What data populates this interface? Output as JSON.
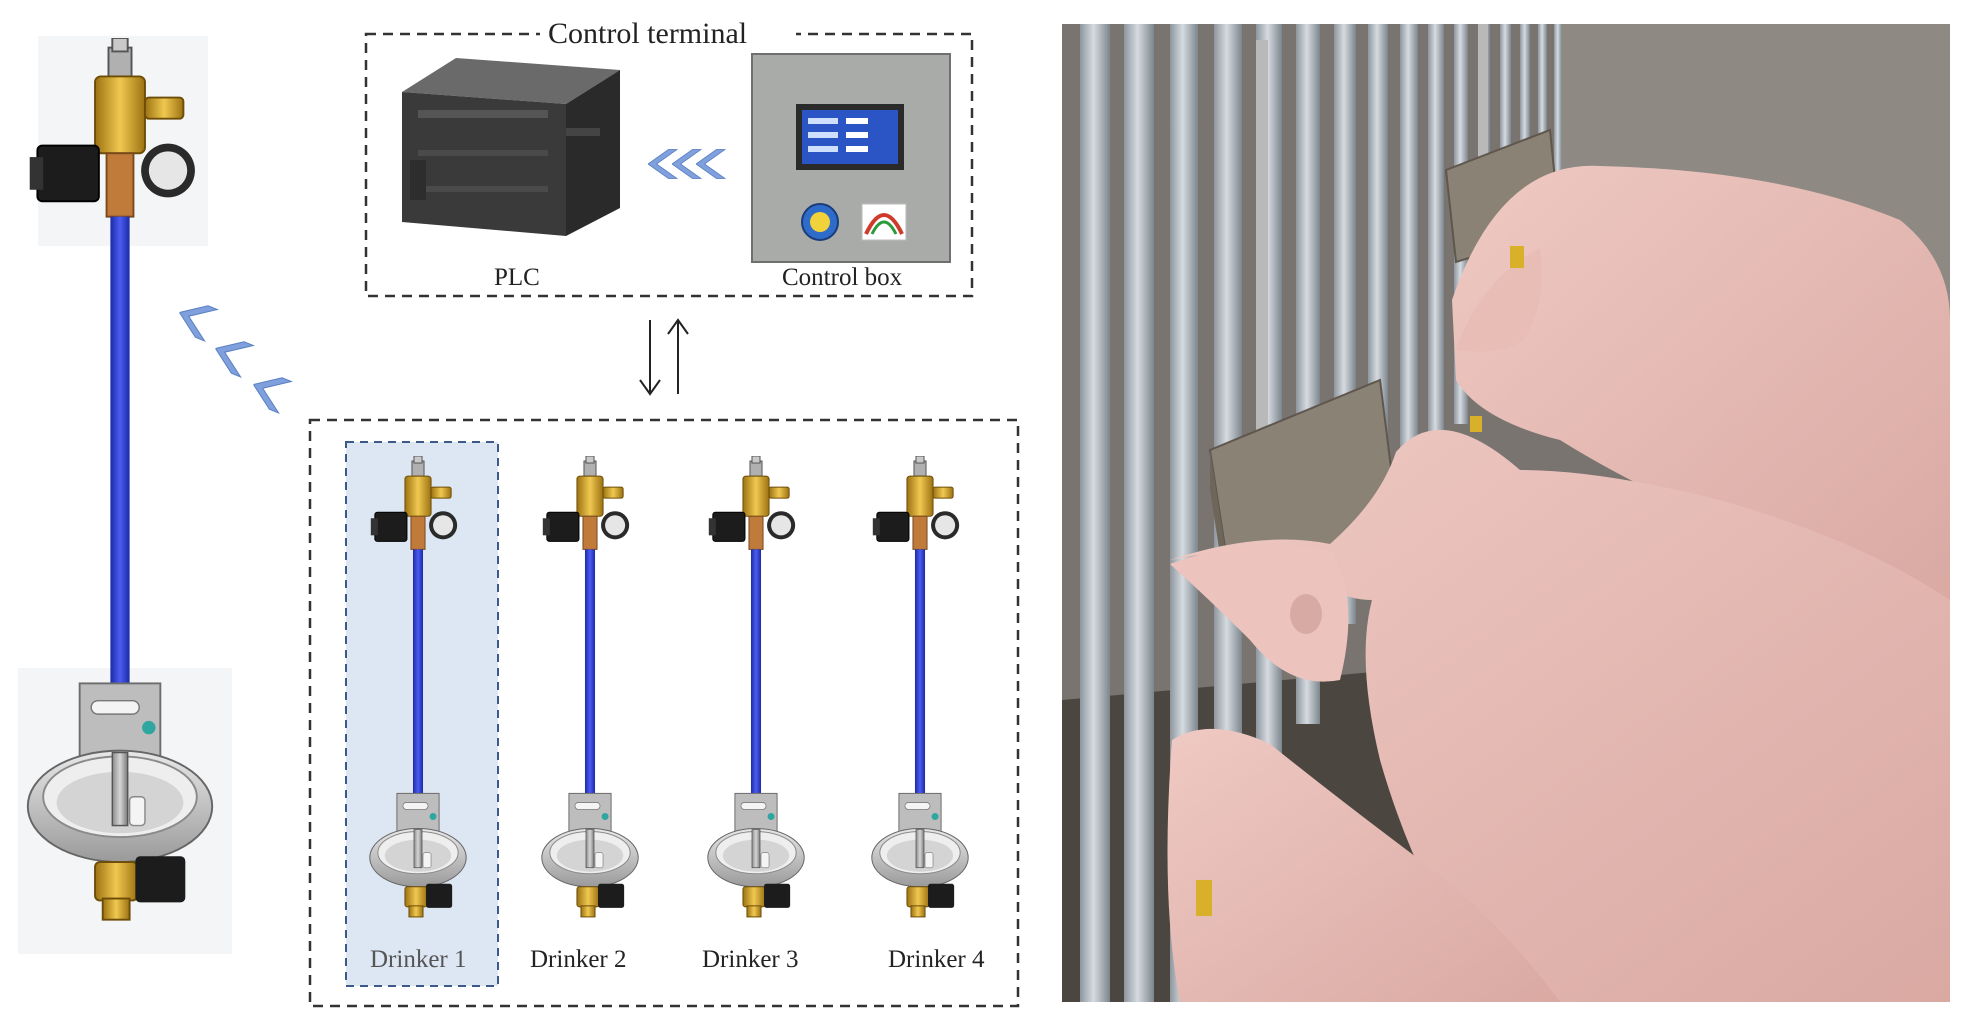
{
  "control_terminal": {
    "title": "Control terminal",
    "plc_label": "PLC",
    "control_box_label": "Control box"
  },
  "drinkers": [
    {
      "label": "Drinker 1",
      "highlighted": true
    },
    {
      "label": "Drinker 2",
      "highlighted": false
    },
    {
      "label": "Drinker 3",
      "highlighted": false
    },
    {
      "label": "Drinker 4",
      "highlighted": false
    }
  ],
  "colors": {
    "pipe": "#2f3fd0",
    "brass": "#d8a62a",
    "arrow": "#7fa0dc",
    "highlight": "#dde7f3",
    "dash": "#333333"
  }
}
